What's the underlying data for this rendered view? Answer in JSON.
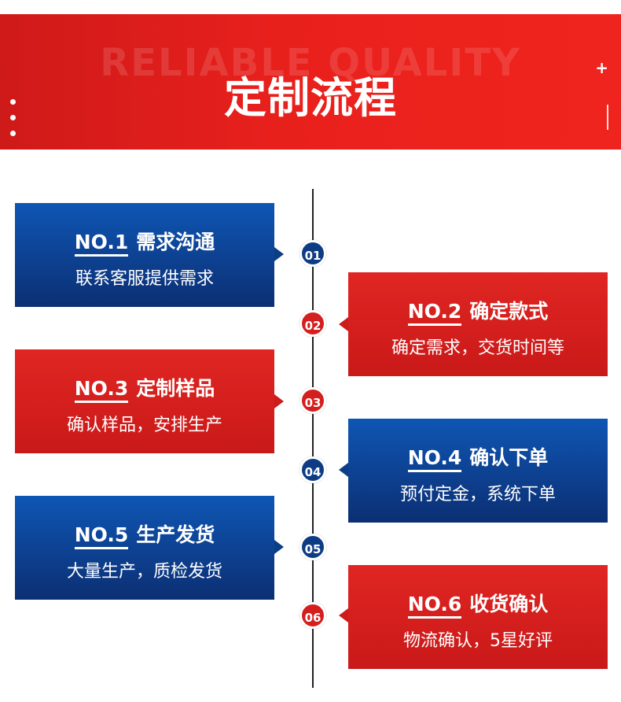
{
  "banner": {
    "watermark": "RELIABLE QUALITY",
    "title": "定制流程",
    "plus_icon": "+"
  },
  "steps": [
    {
      "node": "01",
      "no": "NO.1",
      "title": "需求沟通",
      "desc": "联系客服提供需求",
      "color": "#0c2f73",
      "side": "left"
    },
    {
      "node": "02",
      "no": "NO.2",
      "title": "确定款式",
      "desc": "确定需求，交货时间等",
      "color": "#c91919",
      "side": "right"
    },
    {
      "node": "03",
      "no": "NO.3",
      "title": "定制样品",
      "desc": "确认样品，安排生产",
      "color": "#c91919",
      "side": "left"
    },
    {
      "node": "04",
      "no": "NO.4",
      "title": "确认下单",
      "desc": "预付定金，系统下单",
      "color": "#0c2f73",
      "side": "right"
    },
    {
      "node": "05",
      "no": "NO.5",
      "title": "生产发货",
      "desc": "大量生产，质检发货",
      "color": "#0c2f73",
      "side": "left"
    },
    {
      "node": "06",
      "no": "NO.6",
      "title": "收货确认",
      "desc": "物流确认，5星好评",
      "color": "#c91919",
      "side": "right"
    }
  ]
}
